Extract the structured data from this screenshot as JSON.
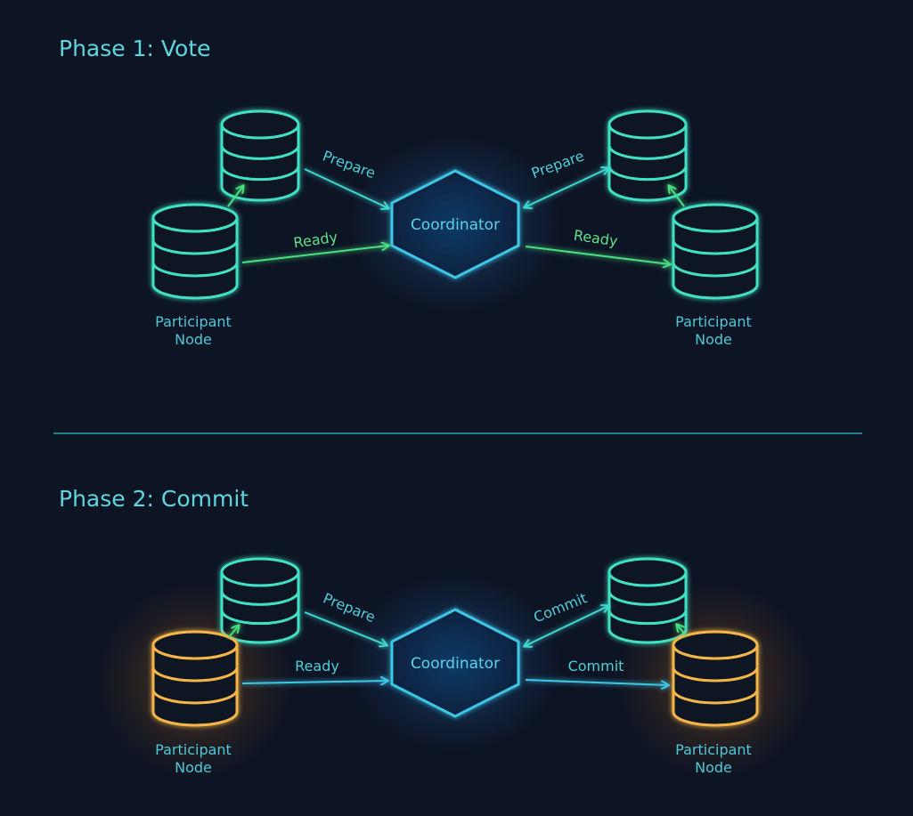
{
  "phase1": {
    "title": "Phase 1: Vote",
    "coordinator": "Coordinator",
    "left_participant": [
      "Participant",
      "Node"
    ],
    "right_participant": [
      "Participant",
      "Node"
    ],
    "arrows": {
      "left_top": "Prepare",
      "left_bottom": "Ready",
      "right_top": "Prepare",
      "right_bottom": "Ready"
    }
  },
  "phase2": {
    "title": "Phase 2: Commit",
    "coordinator": "Coordinator",
    "left_participant": [
      "Participant",
      "Node"
    ],
    "right_participant": [
      "Participant",
      "Node"
    ],
    "arrows": {
      "left_top": "Prepare",
      "left_bottom": "Ready",
      "right_top": "Commit",
      "right_bottom": "Commit"
    }
  },
  "colors": {
    "background": "#0d1424",
    "teal": "#3fe0c4",
    "cyan": "#3cc6e6",
    "green": "#4ade80",
    "orange": "#f4b64a",
    "divider": "#2aa4b0"
  }
}
